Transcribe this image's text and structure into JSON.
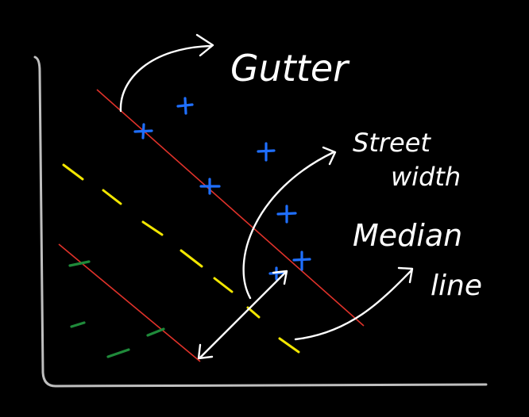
{
  "labels": {
    "gutter": "Gutter",
    "street": "Street",
    "width": "width",
    "median": "Median",
    "line": "line"
  },
  "colors": {
    "background": "#000000",
    "axis": "#bfbfbf",
    "margin_line": "#e0322a",
    "median_line": "#f2e600",
    "positive_marker": "#1f6fff",
    "negative_marker": "#1f8a3a",
    "annotation": "#ffffff"
  },
  "markers": {
    "positive_symbol": "plus",
    "negative_symbol": "dash",
    "positive_count": 7,
    "negative_count": 4
  }
}
